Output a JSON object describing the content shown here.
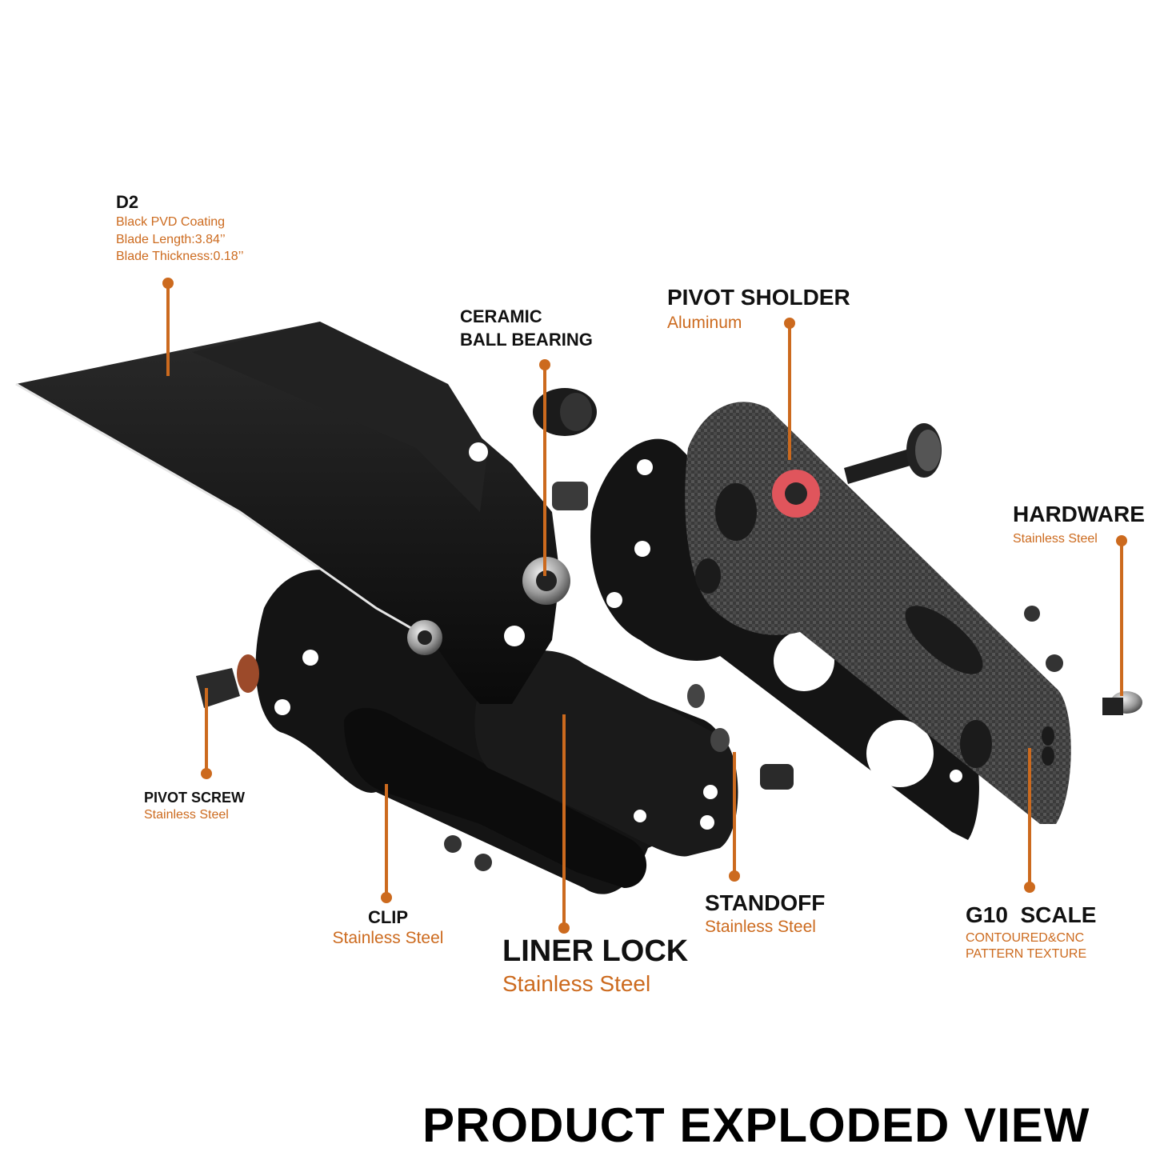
{
  "colors": {
    "accent": "#cc6a1e",
    "title_text": "#111111",
    "parts_dark": "#161616",
    "pivot_shoulder": "#e0555c"
  },
  "labels": {
    "d2": {
      "title": "D2",
      "lines": [
        "Black PVD Coating",
        "Blade Length:3.84’’",
        "Blade Thickness:0.18’’"
      ]
    },
    "ceramic": {
      "lines": [
        "CERAMIC",
        "BALL BEARING"
      ]
    },
    "pivot_sholder": {
      "title": "PIVOT SHOLDER",
      "sub": "Aluminum"
    },
    "hardware": {
      "title": "HARDWARE",
      "sub": "Stainless Steel"
    },
    "pivot_screw": {
      "title": "PIVOT SCREW",
      "sub": "Stainless Steel"
    },
    "clip": {
      "title": "CLIP",
      "sub": "Stainless Steel"
    },
    "liner_lock": {
      "title": "LINER LOCK",
      "sub": "Stainless Steel"
    },
    "standoff": {
      "title": "STANDOFF",
      "sub": "Stainless Steel"
    },
    "g10_scale": {
      "title": "G10  SCALE",
      "lines": [
        "CONTOURED&CNC",
        "PATTERN TEXTURE"
      ]
    }
  },
  "footer": "PRODUCT EXPLODED VIEW"
}
